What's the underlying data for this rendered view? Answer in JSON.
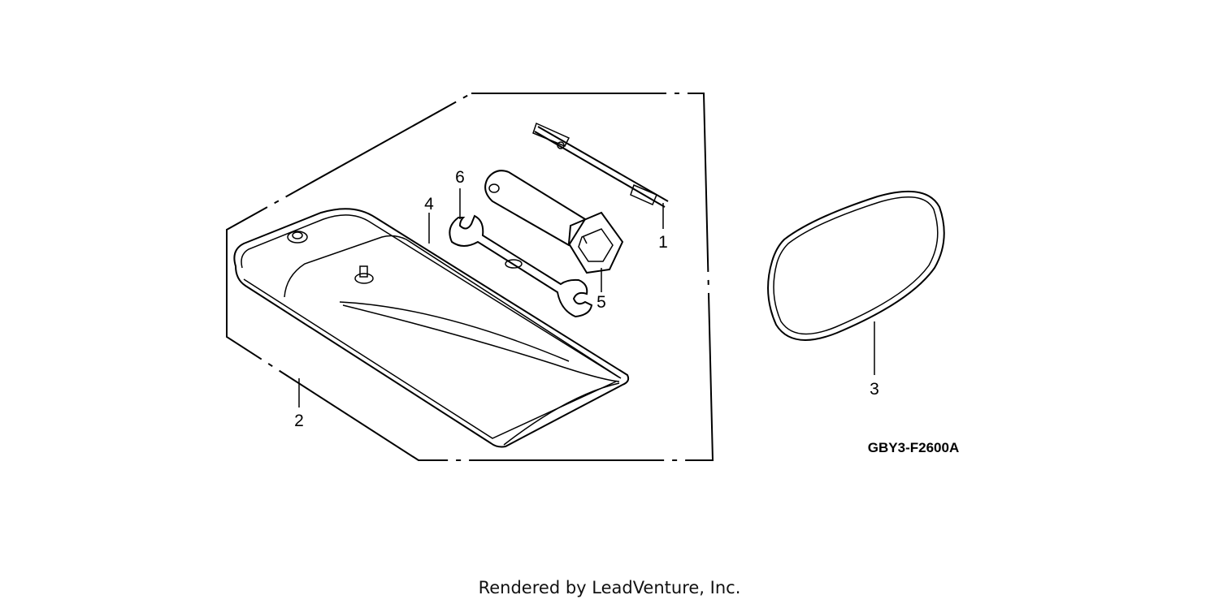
{
  "callouts": {
    "part_1": "1",
    "part_2": "2",
    "part_3": "3",
    "part_4": "4",
    "part_5": "5",
    "part_6": "6"
  },
  "diagram_code": "GBY3-F2600A",
  "footer_text": "Rendered by LeadVenture, Inc.",
  "colors": {
    "line": "#000000",
    "background": "#ffffff"
  }
}
